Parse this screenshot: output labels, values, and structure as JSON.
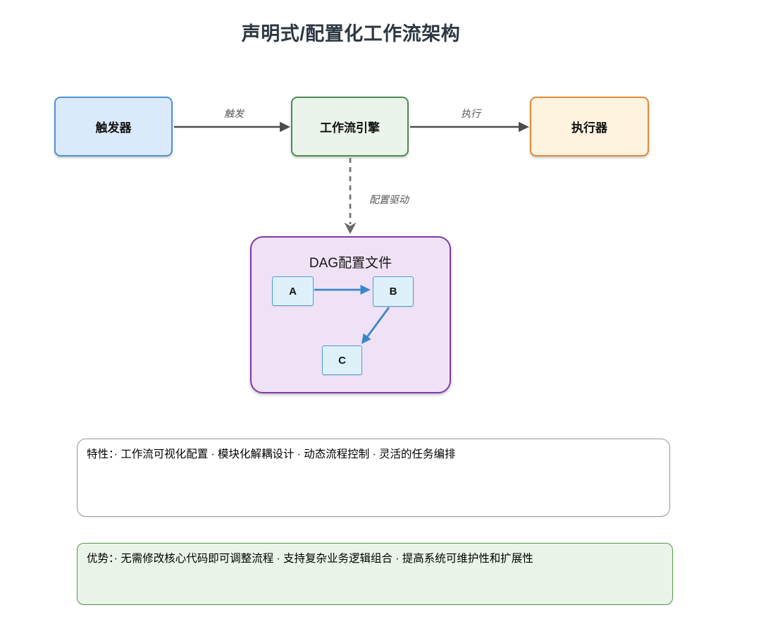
{
  "title": "声明式/配置化工作流架构",
  "nodes": {
    "trigger": {
      "label": "触发器"
    },
    "engine": {
      "label": "工作流引擎"
    },
    "executor": {
      "label": "执行器"
    }
  },
  "edges": {
    "trigger_to_engine": {
      "label": "触发"
    },
    "engine_to_executor": {
      "label": "执行"
    },
    "engine_to_dag": {
      "label": "配置驱动",
      "style": "dashed"
    }
  },
  "dag": {
    "title": "DAG配置文件",
    "nodes": [
      {
        "label": "A"
      },
      {
        "label": "B"
      },
      {
        "label": "C"
      }
    ],
    "edges": [
      {
        "from": "A",
        "to": "B"
      },
      {
        "from": "B",
        "to": "C"
      }
    ]
  },
  "features": {
    "text": "特性：· 工作流可视化配置 · 模块化解耦设计 · 动态流程控制 · 灵活的任务编排"
  },
  "advantages": {
    "text": "优势：· 无需修改核心代码即可调整流程 · 支持复杂业务逻辑组合 · 提高系统可维护性和扩展性"
  },
  "colors": {
    "title_text": "#2d3741",
    "trigger_fill": "#dbeafb",
    "trigger_border": "#4f93d3",
    "engine_fill": "#eaf4ea",
    "engine_border": "#4e8d52",
    "executor_fill": "#fdf3de",
    "executor_border": "#e08b3a",
    "dag_fill": "#f0e2f6",
    "dag_border": "#8238aa",
    "dag_node_fill": "#def1fb",
    "dag_node_border": "#4f9ddb",
    "dag_arrow": "#3d86ca",
    "flow_arrow": "#4d4d4d",
    "dashed_arrow": "#757575",
    "edge_label_text": "#585858",
    "features_border": "#9a9a9a",
    "advantages_fill": "#eaf4e8",
    "advantages_border": "#57994f"
  }
}
